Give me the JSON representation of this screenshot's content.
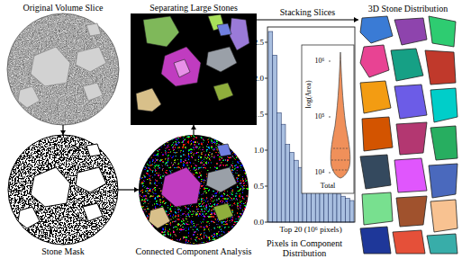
{
  "diagram": {
    "nodes": [
      {
        "text": [
          "Original Volume Slice"
        ]
      },
      {
        "text": [
          "Separating Large Stones"
        ]
      },
      {
        "text": [
          "3D Stone Distribution"
        ]
      },
      {
        "text": [
          "Stone Mask"
        ]
      },
      {
        "text": [
          "Connected Component Analysis"
        ]
      },
      {
        "text": [
          "Pixels in Component Distribution"
        ]
      }
    ],
    "edges": [
      {
        "from": 0,
        "to": 3,
        "arrow": "to"
      },
      {
        "from": 3,
        "to": 4,
        "arrow": "to"
      },
      {
        "from": 4,
        "to": 1,
        "arrow": "to"
      },
      {
        "from": 1,
        "to": 2,
        "label": "Stacking Slices",
        "arrow": "to"
      }
    ],
    "labels": [
      "2.5",
      "2.0",
      "1.5",
      "1.0",
      "0.5",
      "0.0",
      "Top 20 (10⁶ pixels)",
      "log(Area)",
      "10⁶",
      "10⁵",
      "10⁴",
      "Total"
    ]
  }
}
